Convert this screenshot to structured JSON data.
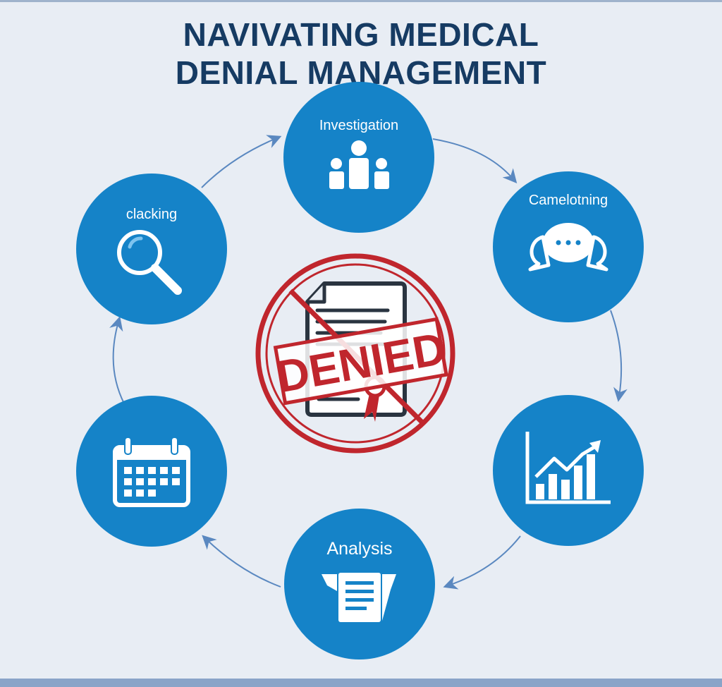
{
  "title": {
    "line1": "NAVIVATING MEDICAL",
    "line2": "DENIAL MANAGEMENT"
  },
  "center": {
    "stamp_text": "DENIED",
    "stamp_color": "#c0262d",
    "icon": "denied-document-icon"
  },
  "nodes": [
    {
      "id": "investigation",
      "label": "Investigation",
      "icon": "people-group-icon"
    },
    {
      "id": "camelotning",
      "label": "Camelotning",
      "icon": "speech-bubbles-icon"
    },
    {
      "id": "growth",
      "label": "",
      "icon": "bar-chart-trend-icon"
    },
    {
      "id": "analysis",
      "label": "Analysis",
      "icon": "document-list-icon"
    },
    {
      "id": "calendar",
      "label": "",
      "icon": "calendar-icon"
    },
    {
      "id": "clacking",
      "label": "clacking",
      "icon": "magnifying-glass-icon"
    }
  ],
  "colors": {
    "background": "#e8edf4",
    "circle": "#1583c8",
    "arrow": "#5a88c0",
    "title": "#163b63",
    "icon": "#ffffff"
  }
}
